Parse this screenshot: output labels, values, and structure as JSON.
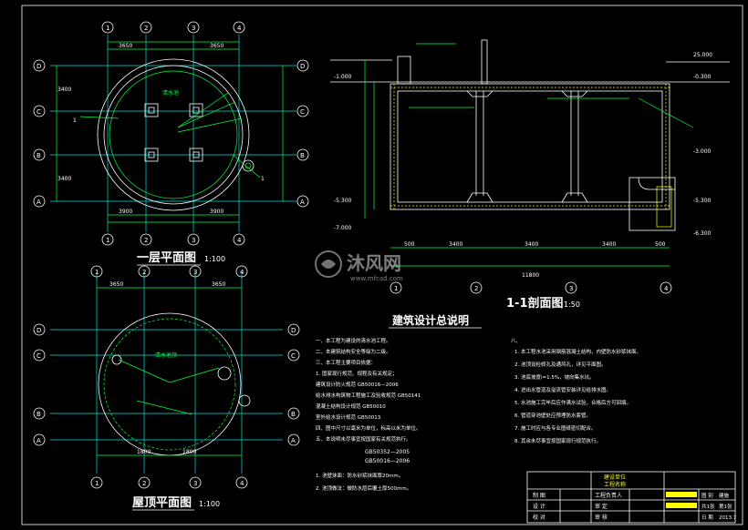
{
  "titles": {
    "plan1": "一层平面图",
    "plan1_scale": "1:100",
    "section": "1-1剖面图",
    "section_scale": "1:50",
    "roof": "屋顶平面图",
    "roof_scale": "1:100",
    "notes_title": "建筑设计总说明"
  },
  "watermark": {
    "name": "沐风网",
    "url": "www.mfcad.com"
  },
  "axis_letters": [
    "D",
    "C",
    "B",
    "A"
  ],
  "axis_numbers": [
    "1",
    "2",
    "3",
    "4"
  ],
  "plan1": {
    "dims_top": [
      "3650",
      "3650"
    ],
    "dims_bottom": [
      "3900",
      "3900"
    ],
    "dims_left": [
      "3400",
      "3400"
    ],
    "room_label": "清水池"
  },
  "roof": {
    "dims_top": [
      "3650",
      "3650"
    ],
    "dims_bottom": [
      "1800",
      "1800"
    ],
    "room_label": "清水池顶"
  },
  "section": {
    "total_dim": "11800",
    "sub_dims": [
      "500",
      "3400",
      "3400",
      "3400",
      "500"
    ],
    "elevations_right": [
      "25.000",
      "-0.300",
      "-3.000",
      "-5.300",
      "-6.300"
    ],
    "elevations_left": [
      "-1.000",
      "-5.300",
      "-7.000"
    ]
  },
  "notes_left": [
    "一、本工程为建设的清水池工程。",
    "二、本建筑结构安全等级为二级。",
    "三、本工程主要项目依据：",
    "1. 国家现行规范、规程及有关规定；",
    "    建筑设计防火规范 GB50016—2006",
    "    给水排水构筑物工程施工及验收规范 GB50141",
    "    混凝土结构设计规范 GB50010",
    "    室外给水设计规范 GB50013",
    "四、图中尺寸以毫米为单位，标高以米为单位。",
    "五、本说明未尽事宜按国家有关规范执行。"
  ],
  "notes_spec": {
    "line1": "GB50352—2005",
    "line2": "GB50016—2006"
  },
  "notes_lower": [
    "1. 池壁抹面：防水砂浆抹面厚20mm。",
    "2. 池顶做法：做防水层后覆土厚500mm。"
  ],
  "notes_right": [
    "八、",
    "1. 本工程水池采用钢筋混凝土结构，内壁防水砂浆抹面。",
    "2. 池顶设检修孔及通风孔，详见平面图。",
    "3. 池底坡度i=1.5%，坡向集水坑。",
    "4. 进出水管道及溢流管安装详见给排水图。",
    "5. 水池施工完毕后应作满水试验，合格后方可回填。",
    "6. 管道穿池壁处应预埋防水套管。",
    "7. 施工时应与各专业图纸密切配合。",
    "8. 其余未尽事宜按国家现行规范执行。"
  ],
  "title_block": {
    "project": "建设单位",
    "drawing": "工程名称",
    "rows": [
      [
        "制 图",
        "",
        "工程负责人",
        ""
      ],
      [
        "设 计",
        "",
        "审 定",
        ""
      ],
      [
        "校 对",
        "",
        "审 核",
        ""
      ]
    ],
    "right_rows": [
      [
        "图 别",
        "建施"
      ],
      [
        "共1张",
        "第1张"
      ],
      [
        "日 期",
        "2013.7"
      ]
    ]
  },
  "colors": {
    "background": "#000000",
    "white": "#ffffff",
    "green": "#00ff40",
    "yellow": "#ffff00",
    "cyan": "#00e0e0",
    "magenta": "#ff40ff",
    "red": "#ff4040"
  }
}
